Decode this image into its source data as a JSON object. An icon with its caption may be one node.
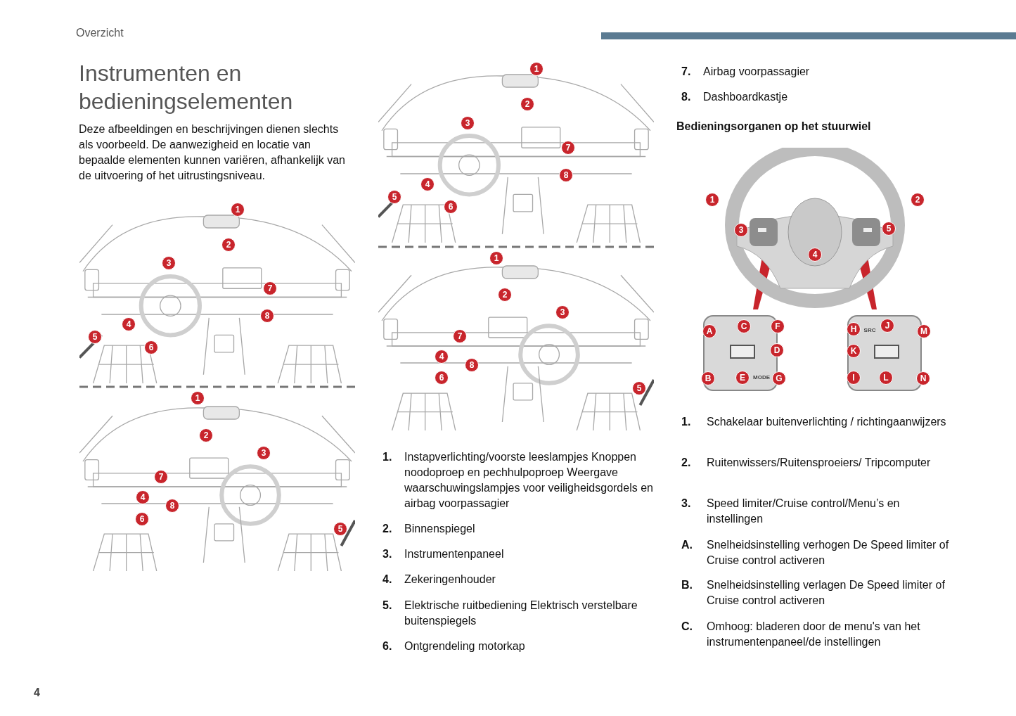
{
  "diagram": {
    "title": "Instrumenten en bedieningselementen",
    "labels": [
      "Overzicht",
      "Deze afbeeldingen en beschrijvingen dienen slechts als voorbeeld. De aanwezigheid en locatie van bepaalde elementen kunnen variëren, afhankelijk van de uitvoering of het uitrustingsniveau.",
      "1",
      "2",
      "3",
      "4",
      "5",
      "6",
      "7",
      "8",
      "1",
      "2",
      "3",
      "4",
      "5",
      "6",
      "7",
      "8",
      "1",
      "2",
      "3",
      "4",
      "5",
      "6",
      "7",
      "8",
      "1",
      "2",
      "3",
      "4",
      "5",
      "6",
      "7",
      "8",
      "1.",
      "Instapverlichting/voorste leeslampjes Knoppen noodoproep en pechhulpoproep Weergave waarschuwingslampjes voor veiligheidsgordels en airbag voorpassagier",
      "2.",
      "Binnenspiegel",
      "3.",
      "Instrumentenpaneel",
      "4.",
      "Zekeringenhouder",
      "5.",
      "Elektrische ruitbediening Elektrisch verstelbare buitenspiegels",
      "6.",
      "Ontgrendeling motorkap",
      "7.",
      "Airbag voorpassagier",
      "8.",
      "Dashboardkastje",
      "Bedieningsorganen op het stuurwiel",
      "1",
      "2",
      "3",
      "4",
      "5",
      "A",
      "C",
      "F",
      "D",
      "B",
      "E",
      "MODE",
      "G",
      "H",
      "SRC",
      "J",
      "M",
      "K",
      "I",
      "L",
      "N",
      "1.",
      "Schakelaar buitenverlichting / richtingaanwijzers",
      "2.",
      "Ruitenwissers/Ruitensproeiers/ Tripcomputer",
      "3.",
      "Speed limiter/Cruise control/Menu’s en instellingen",
      "A.",
      "Snelheidsinstelling verhogen De Speed limiter of Cruise control activeren",
      "B.",
      "Snelheidsinstelling verlagen De Speed limiter of Cruise control activeren",
      "C.",
      "Omhoog: bladeren door de menu's van het instrumentenpaneel/de instellingen",
      "4"
    ]
  }
}
